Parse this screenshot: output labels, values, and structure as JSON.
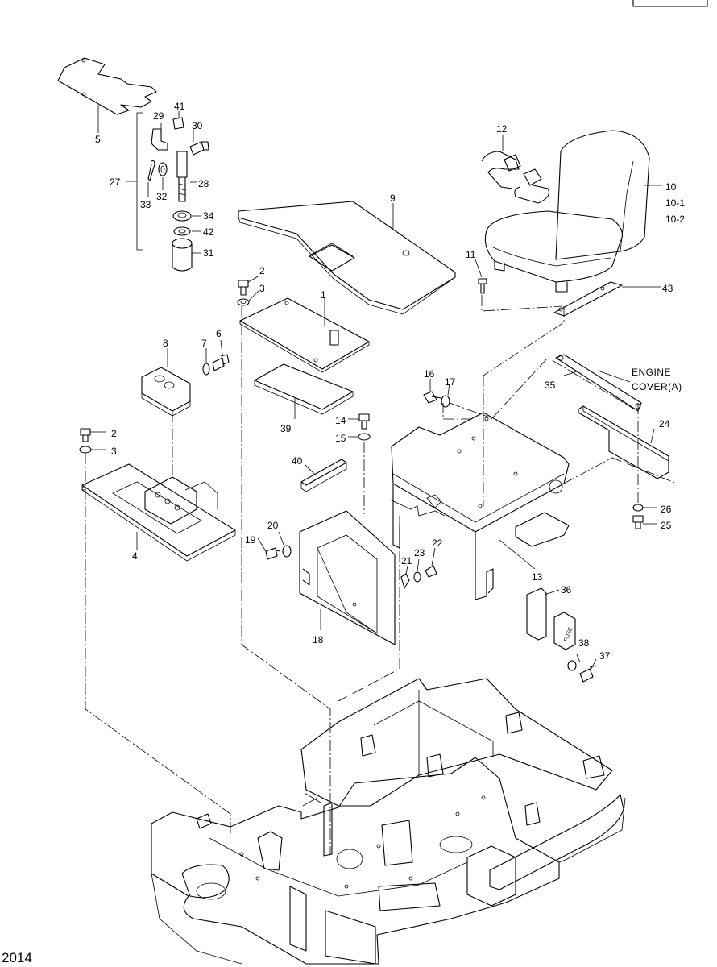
{
  "diagram": {
    "year_label": "2014",
    "callouts": {
      "c1": "1",
      "c2a": "2",
      "c2b": "2",
      "c3a": "3",
      "c3b": "3",
      "c4": "4",
      "c5": "5",
      "c6": "6",
      "c7": "7",
      "c8": "8",
      "c9": "9",
      "c10": "10",
      "c10_1": "10-1",
      "c10_2": "10-2",
      "c11": "11",
      "c12": "12",
      "c13": "13",
      "c14": "14",
      "c15": "15",
      "c16": "16",
      "c17": "17",
      "c18": "18",
      "c19": "19",
      "c20": "20",
      "c21": "21",
      "c22": "22",
      "c23": "23",
      "c24": "24",
      "c25": "25",
      "c26": "26",
      "c27": "27",
      "c28": "28",
      "c29": "29",
      "c30": "30",
      "c31": "31",
      "c32": "32",
      "c33": "33",
      "c34": "34",
      "c35": "35",
      "c36": "36",
      "c37": "37",
      "c38": "38",
      "c39": "39",
      "c40": "40",
      "c41": "41",
      "c42": "42",
      "c43": "43"
    },
    "engine_cover_line1": "ENGINE",
    "engine_cover_line2": "COVER(A)",
    "fuse_label": "FUSE"
  }
}
